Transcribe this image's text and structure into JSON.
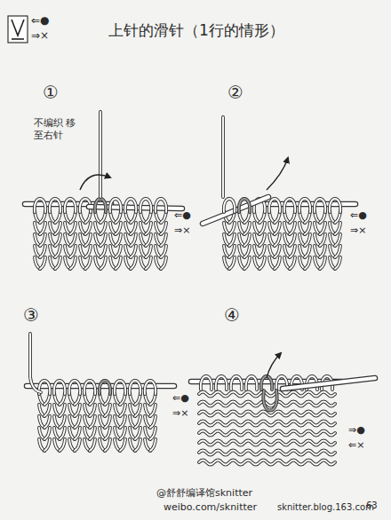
{
  "diagram": {
    "title": "上针的滑针（1行的情形）",
    "labels": [
      "⇐●",
      "⇒×",
      "①",
      "不编织 移至右针",
      "⇐●",
      "⇒×",
      "②",
      "⇐●",
      "⇒×",
      "③",
      "⇐●",
      "⇒×",
      "④",
      "⇒●",
      "⇐×",
      "@舒舒编译馆sknitter",
      "weibo.com/sknitter",
      "sknitter.blog.163.com",
      "63"
    ]
  }
}
